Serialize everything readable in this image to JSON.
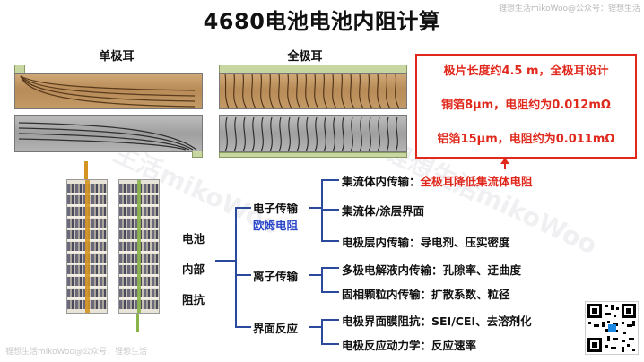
{
  "title": "4680电池电池内阻计算",
  "watermark_top": "锂想生活mikoWoo@公众号：锂想生活",
  "watermark_bottom": "锂想生活mikoWoo@公众号：锂想生活",
  "watermark_diagonal": [
    "生活mikoWoo",
    "锂想生活mikoWoo"
  ],
  "panels": {
    "single_tab_label": "单极耳",
    "full_tab_label": "全极耳"
  },
  "calc_box": {
    "lines": [
      "极片长度约4.5 m，全极耳设计",
      "铜箔8μm，电阻约为0.012mΩ",
      "铝箔15μm，电阻约为0.011mΩ"
    ],
    "color": "#e0281c"
  },
  "tree": {
    "root": [
      "电池",
      "内部",
      "阻抗"
    ],
    "branches": [
      {
        "label": "电子传输",
        "sub_label": "欧姆电阻",
        "items": [
          {
            "text": "集流体内传输：",
            "highlight": "全极耳降低集流体电阻"
          },
          {
            "text": "集流体/涂层界面",
            "highlight": ""
          },
          {
            "text": "电极层内传输：导电剂、压实密度",
            "highlight": ""
          }
        ]
      },
      {
        "label": "离子传输",
        "sub_label": "",
        "items": [
          {
            "text": "多极电解液内传输：孔隙率、迂曲度",
            "highlight": ""
          },
          {
            "text": "固相颗粒内传输：扩散系数、粒径",
            "highlight": ""
          }
        ]
      },
      {
        "label": "界面反应",
        "sub_label": "",
        "items": [
          {
            "text": "电极界面膜阻抗：SEI/CEI、去溶剂化",
            "highlight": ""
          },
          {
            "text": "电极反应动力学：反应速率",
            "highlight": ""
          }
        ]
      }
    ],
    "line_color": "#2b4a9c",
    "highlight_color": "#e0281c",
    "sub_label_color": "#2b46c9"
  },
  "qr_icon": "qr-code-icon"
}
